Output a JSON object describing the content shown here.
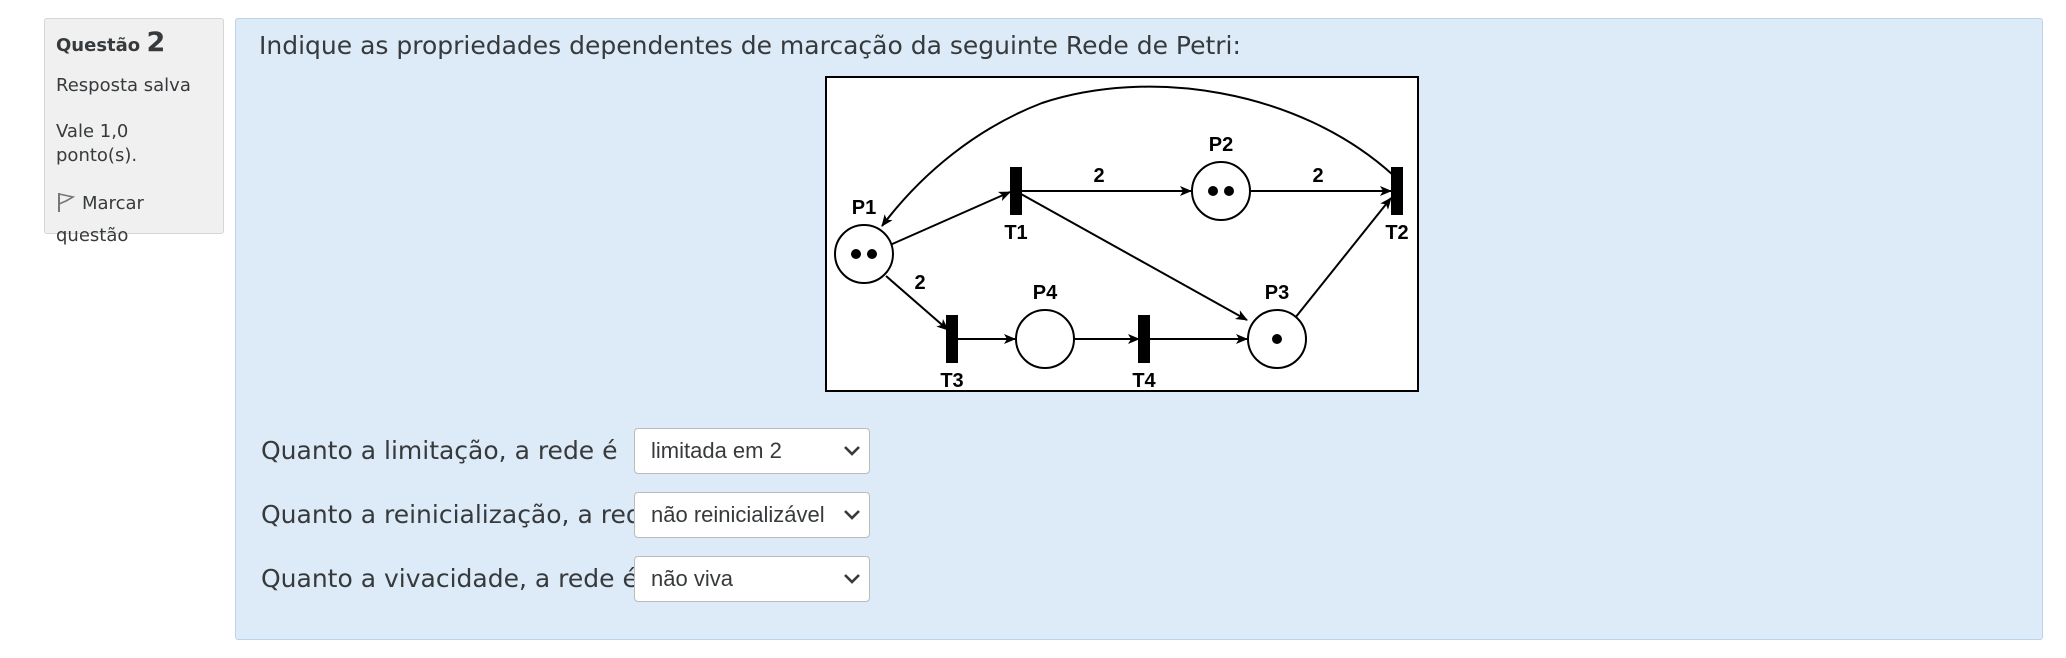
{
  "info": {
    "question_prefix": "Questão",
    "question_number": "2",
    "state": "Resposta salva",
    "grade": "Vale 1,0 ponto(s).",
    "flag_label": "Marcar",
    "flag_label_2": "questão"
  },
  "question": {
    "text": "Indique as propriedades dependentes de marcação da seguinte Rede de Petri:"
  },
  "petri_net": {
    "places": [
      {
        "name": "P1",
        "tokens": 2
      },
      {
        "name": "P2",
        "tokens": 2
      },
      {
        "name": "P3",
        "tokens": 1
      },
      {
        "name": "P4",
        "tokens": 0
      }
    ],
    "transitions": [
      "T1",
      "T2",
      "T3",
      "T4"
    ],
    "arc_weights": {
      "t1_p2": "2",
      "p2_t2": "2",
      "p1_t3": "2"
    }
  },
  "answers": [
    {
      "label": "Quanto a limitação, a rede é",
      "selected": "limitada em 2"
    },
    {
      "label": "Quanto a reinicialização, a rede é",
      "selected": "não reinicializável"
    },
    {
      "label": "Quanto a vivacidade, a rede é",
      "selected": "não viva"
    }
  ],
  "colors": {
    "content_bg": "#dcebf7",
    "info_bg": "#f0f0f0"
  }
}
